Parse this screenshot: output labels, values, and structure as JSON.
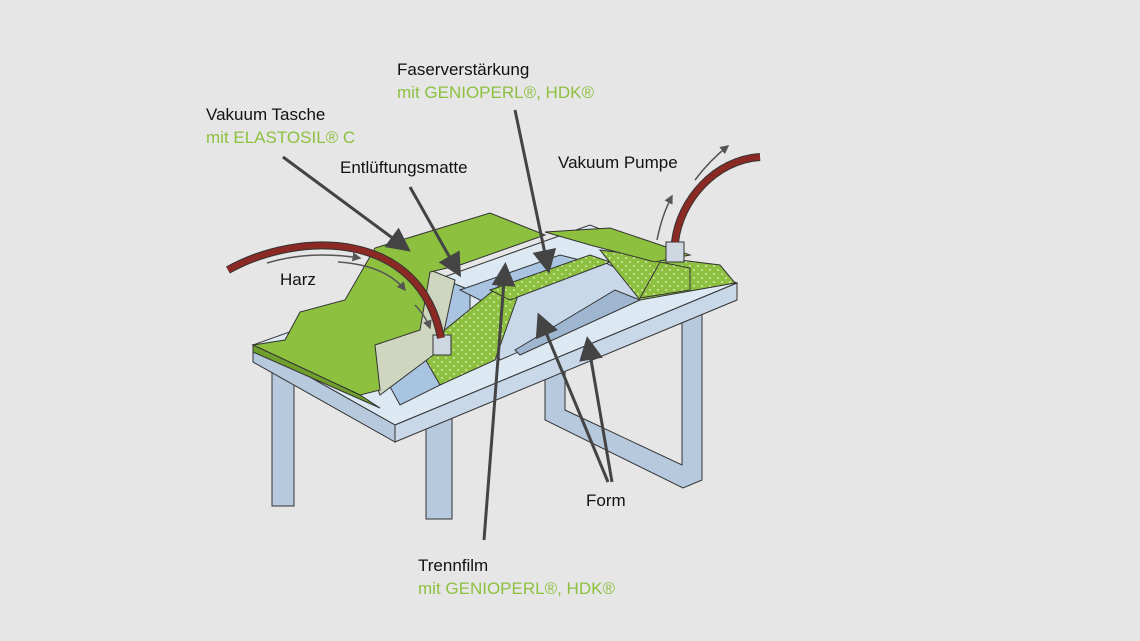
{
  "colors": {
    "background": "#e6e6e6",
    "accent_green": "#8dc03f",
    "hose": "#8b2a25",
    "table": "#dce8f2",
    "film": "#a9c4e0"
  },
  "labels": {
    "fiber": {
      "title": "Faserverstärkung",
      "sub": "mit GENIOPERL®, HDK®"
    },
    "bag": {
      "title": "Vakuum Tasche",
      "sub": "mit ELASTOSIL® C"
    },
    "breather": {
      "title": "Entlüftungsmatte"
    },
    "pump": {
      "title": "Vakuum Pumpe"
    },
    "resin": {
      "title": "Harz"
    },
    "mold": {
      "title": "Form"
    },
    "release": {
      "title": "Trennfilm",
      "sub": "mit GENIOPERL®, HDK®"
    }
  }
}
